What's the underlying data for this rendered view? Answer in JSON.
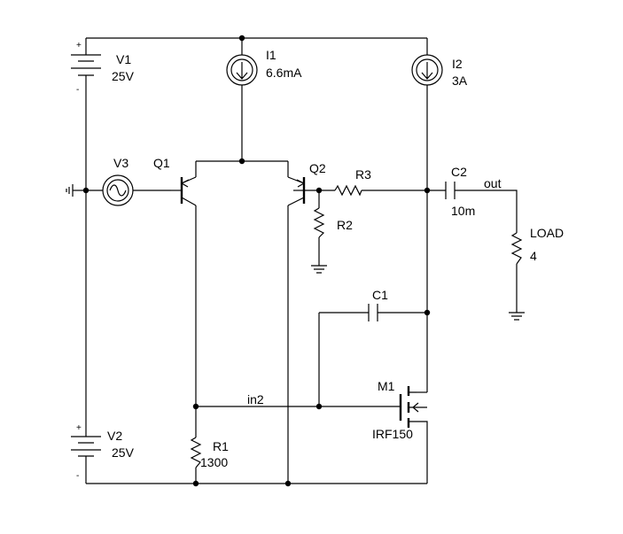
{
  "components": {
    "v1": {
      "ref": "V1",
      "value": "25V",
      "plus": "+",
      "minus": "-"
    },
    "v2": {
      "ref": "V2",
      "value": "25V",
      "plus": "+",
      "minus": "-"
    },
    "v3": {
      "ref": "V3"
    },
    "i1": {
      "ref": "I1",
      "value": "6.6mA"
    },
    "i2": {
      "ref": "I2",
      "value": "3A"
    },
    "q1": {
      "ref": "Q1"
    },
    "q2": {
      "ref": "Q2"
    },
    "r1": {
      "ref": "R1",
      "value": "1300"
    },
    "r2": {
      "ref": "R2"
    },
    "r3": {
      "ref": "R3"
    },
    "c1": {
      "ref": "C1"
    },
    "c2": {
      "ref": "C2",
      "value": "10m"
    },
    "load": {
      "ref": "LOAD",
      "value": "4"
    },
    "m1": {
      "ref": "M1",
      "value": "IRF150"
    }
  },
  "nets": {
    "out": "out",
    "in2": "in2"
  }
}
